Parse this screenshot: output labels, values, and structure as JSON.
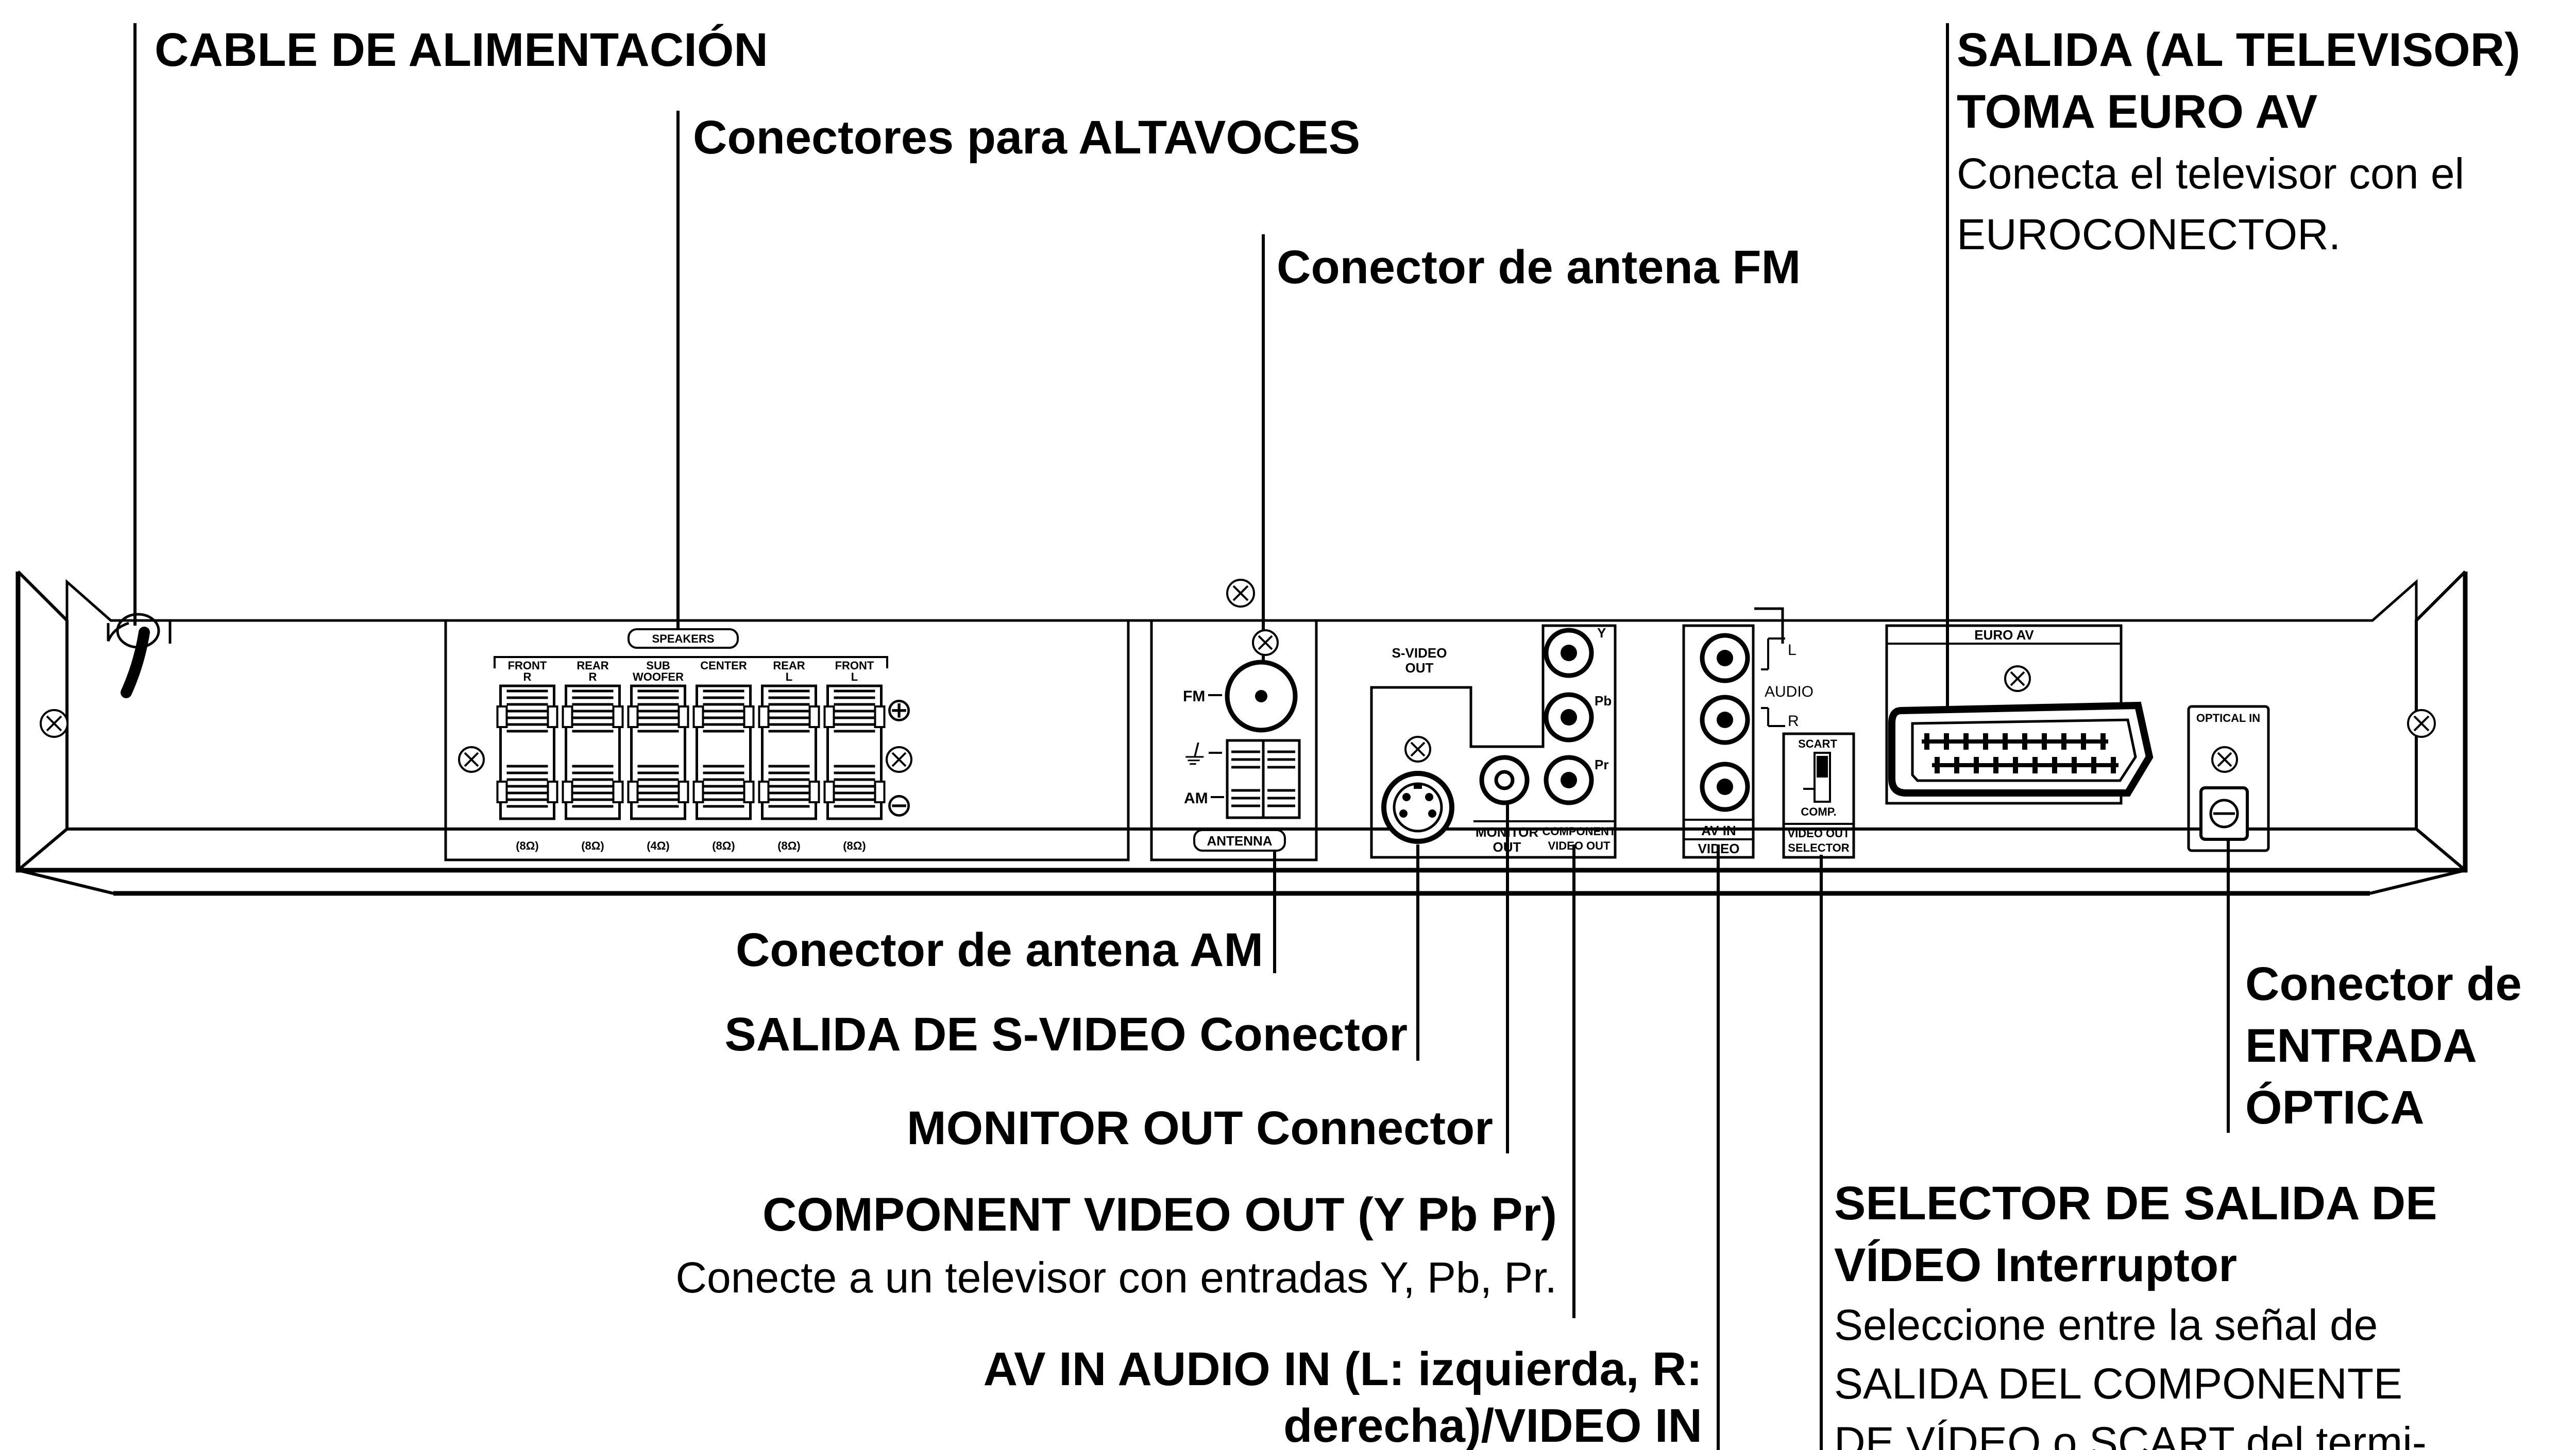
{
  "callouts": {
    "power_cable": "CABLE DE ALIMENTACIÓN",
    "speaker_connectors": "Conectores para ALTAVOCES",
    "fm_antenna": "Conector de antena FM",
    "euro_av_title_1": "SALIDA (AL TELEVISOR)",
    "euro_av_title_2": "TOMA EURO AV",
    "euro_av_desc_1": "Conecta el televisor con el",
    "euro_av_desc_2": "EUROCONECTOR.",
    "am_antenna": "Conector de antena AM",
    "s_video_out": "SALIDA DE S-VIDEO Conector",
    "monitor_out": "MONITOR OUT Connector",
    "component_out": "COMPONENT VIDEO OUT (Y Pb Pr)",
    "component_desc": "Conecte a un televisor con entradas Y, Pb, Pr.",
    "av_in_1": "AV IN AUDIO IN (L: izquierda, R:",
    "av_in_2": "derecha)/VIDEO IN",
    "optical_1": "Conector de",
    "optical_2": "ENTRADA",
    "optical_3": "ÓPTICA",
    "selector_title_1": "SELECTOR DE SALIDA DE",
    "selector_title_2": "VÍDEO Interruptor",
    "selector_desc_1": "Seleccione entre la señal de",
    "selector_desc_2": "SALIDA DEL COMPONENTE",
    "selector_desc_3": "DE VÍDEO o SCART del termi-"
  },
  "panel": {
    "speakers_label": "SPEAKERS",
    "speaker_channels": [
      {
        "line1": "FRONT",
        "line2": "R",
        "impedance": "(8Ω)"
      },
      {
        "line1": "REAR",
        "line2": "R",
        "impedance": "(8Ω)"
      },
      {
        "line1": "SUB",
        "line2": "WOOFER",
        "impedance": "(4Ω)"
      },
      {
        "line1": "CENTER",
        "line2": "",
        "impedance": "(8Ω)"
      },
      {
        "line1": "REAR",
        "line2": "L",
        "impedance": "(8Ω)"
      },
      {
        "line1": "FRONT",
        "line2": "L",
        "impedance": "(8Ω)"
      }
    ],
    "antenna_label": "ANTENNA",
    "fm_label": "FM",
    "am_label": "AM",
    "s_video_line1": "S-VIDEO",
    "s_video_line2": "OUT",
    "monitor_line1": "MONITOR",
    "monitor_line2": "OUT",
    "component_line1": "COMPONENT",
    "component_line2": "VIDEO OUT",
    "y_label": "Y",
    "pb_label": "Pb",
    "pr_label": "Pr",
    "audio_label": "AUDIO",
    "l_label": "L",
    "r_label": "R",
    "av_in_label": "AV IN",
    "video_label": "VIDEO",
    "scart_label": "SCART",
    "comp_label": "COMP.",
    "selector_line1": "VIDEO OUT",
    "selector_line2": "SELECTOR",
    "euro_av_label": "EURO AV",
    "optical_in_label": "OPTICAL IN"
  },
  "colors": {
    "ink": "#000000",
    "paper": "#ffffff"
  }
}
